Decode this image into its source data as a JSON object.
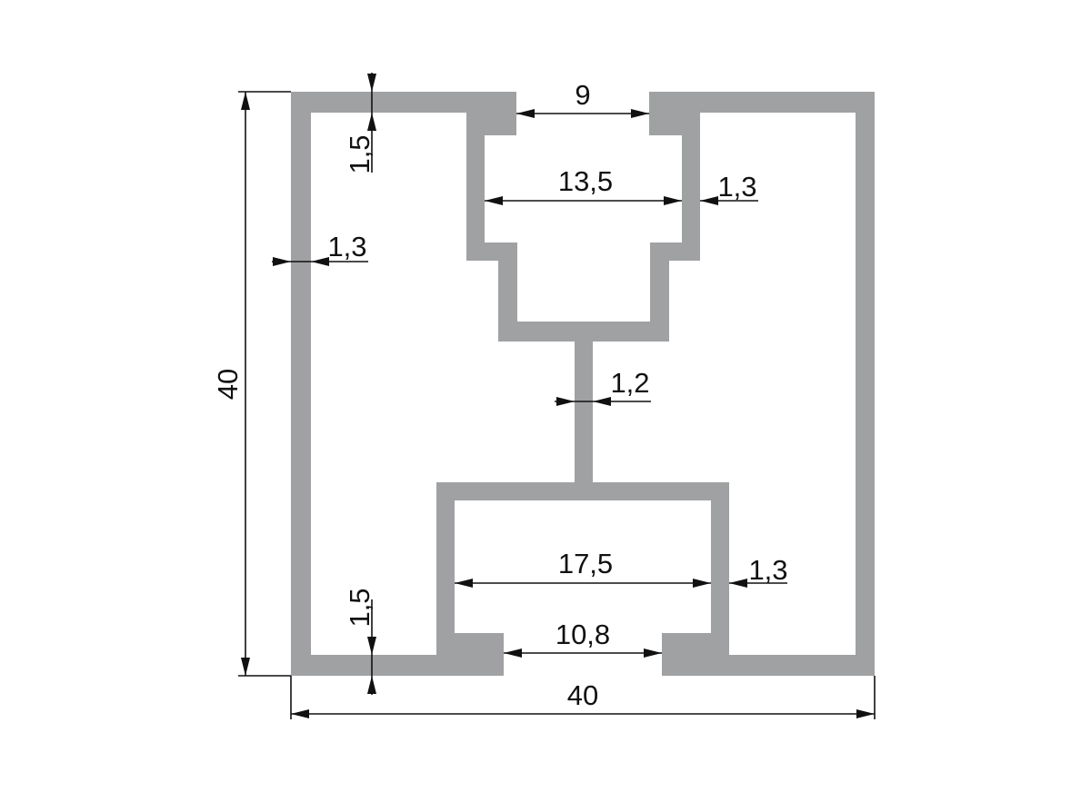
{
  "drawing": {
    "profile_color": "#a0a1a3",
    "line_color": "#111111",
    "dimensions": {
      "overall_height": "40",
      "overall_width": "40",
      "top_slot_opening": "9",
      "top_channel_inner_width": "13,5",
      "top_channel_wall": "1,3",
      "top_wall_thickness": "1,5",
      "left_wall_thickness": "1,3",
      "center_web_thickness": "1,2",
      "bottom_channel_inner_width": "17,5",
      "bottom_channel_wall": "1,3",
      "bottom_wall_thickness": "1,5",
      "bottom_slot_opening": "10,8"
    }
  }
}
